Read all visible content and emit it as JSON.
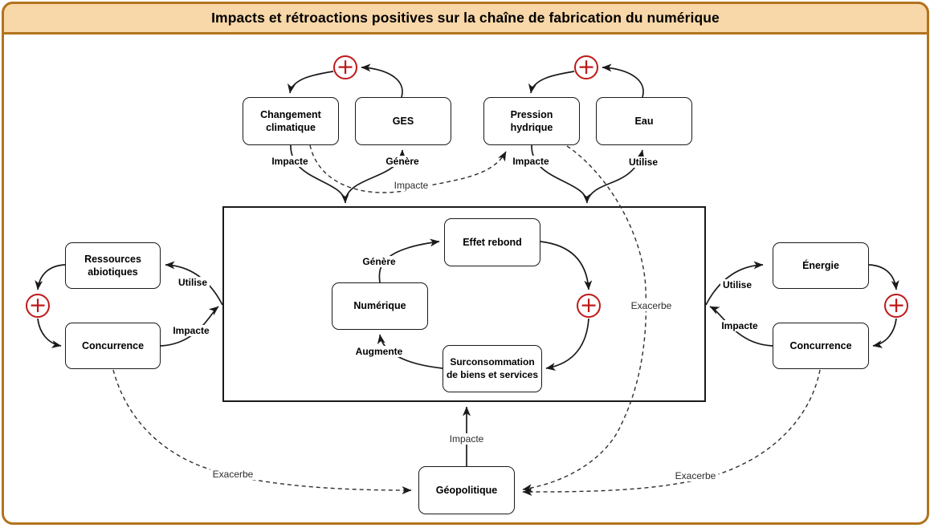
{
  "title": "Impacts et rétroactions positives sur la chaîne de fabrication du numérique",
  "feedback_sign": "+",
  "colors": {
    "frame_border": "#b3731d",
    "title_fill": "#f8d7a8",
    "feedback_red": "#c01818",
    "line_black": "#1a1a1a"
  },
  "nodes": {
    "changement_climatique": "Changement climatique",
    "ges": "GES",
    "pression_hydrique": "Pression hydrique",
    "eau": "Eau",
    "ressources_abiotiques": "Ressources abiotiques",
    "concurrence_gauche": "Concurrence",
    "energie": "Énergie",
    "concurrence_droite": "Concurrence",
    "effet_rebond": "Effet rebond",
    "numerique": "Numérique",
    "surconsommation": "Surconsommation de biens et services",
    "geopolitique": "Géopolitique"
  },
  "edge_labels": {
    "impacte_changement": "Impacte",
    "genere_ges": "Génère",
    "impacte_dashed": "Impacte",
    "impacte_hydrique": "Impacte",
    "utilise_eau": "Utilise",
    "utilise_ressources": "Utilise",
    "impacte_concurrence_gauche": "Impacte",
    "genere_rebond": "Génère",
    "augmente_numerique": "Augmente",
    "utilise_energie": "Utilise",
    "impacte_concurrence_droite": "Impacte",
    "exacerbe_hydrique": "Exacerbe",
    "exacerbe_gauche": "Exacerbe",
    "exacerbe_droite": "Exacerbe",
    "impacte_geopolitique": "Impacte"
  }
}
